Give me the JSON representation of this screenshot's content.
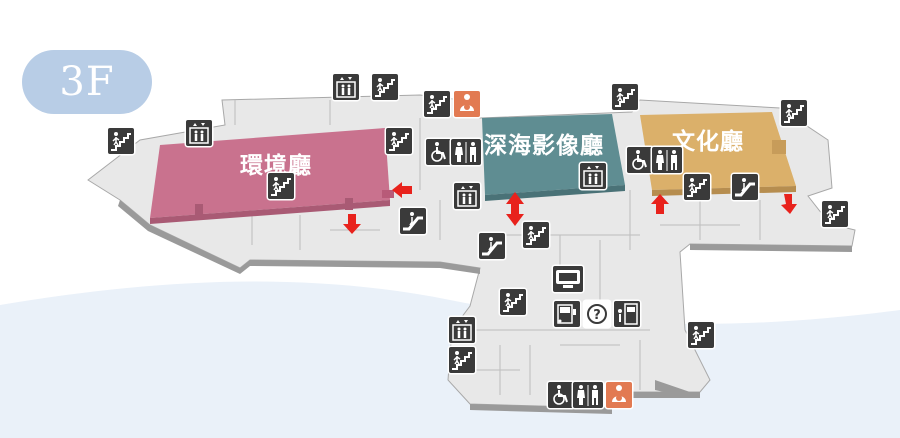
{
  "floor": {
    "label": "3F"
  },
  "halls": [
    {
      "id": "environment",
      "label": "環境廳",
      "color": "#c9728e"
    },
    {
      "id": "deep-sea-imaging",
      "label": "深海影像廳",
      "color": "#5f8d92"
    },
    {
      "id": "culture",
      "label": "文化廳",
      "color": "#dbb06a"
    }
  ],
  "colors": {
    "background_wave": "#eaf1f9",
    "floor_plate": "#e6e6e6",
    "wall_edge": "#9a9a9a",
    "icon_bg": "#3a3a3a",
    "icon_accent": "#e27a52",
    "arrow": "#e8221c"
  },
  "icons": [
    "stairs-icon",
    "elevator-icon",
    "accessible-toilet-icon",
    "restroom-icon",
    "nursing-room-icon",
    "escalator-icon",
    "information-icon",
    "vending-machine-icon",
    "atm-icon",
    "tv-monitor-icon"
  ]
}
